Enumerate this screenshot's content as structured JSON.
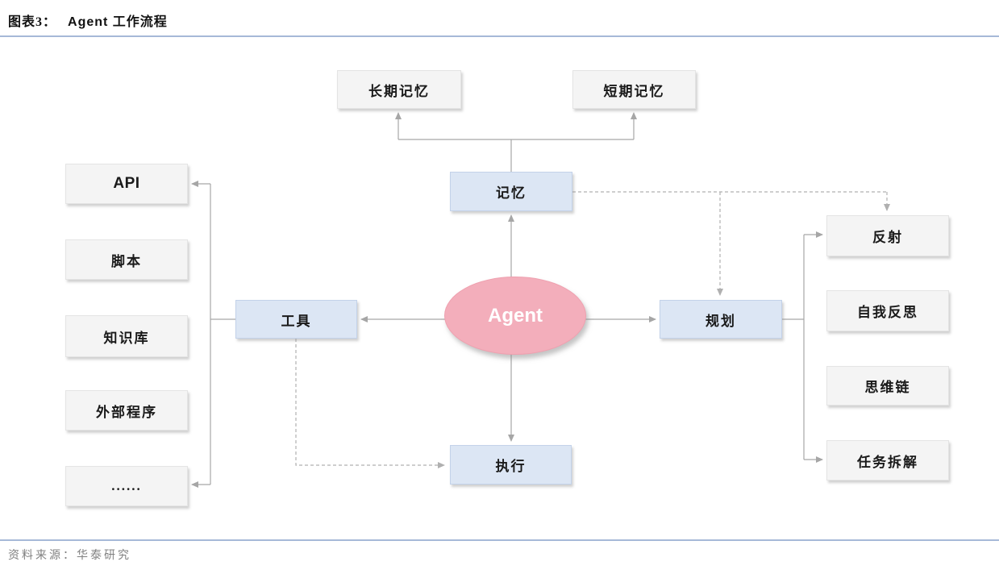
{
  "header": {
    "figure_label": "图表3：",
    "figure_title": "Agent 工作流程"
  },
  "colors": {
    "blue-fill": "#dce6f4",
    "blue-border": "#c3d2e9",
    "gray-fill": "#f4f4f4",
    "gray-border": "#e4e4e4",
    "pink-fill": "#f3aebb",
    "pink-border": "#efa0af",
    "line": "#a6a6a6",
    "dashed-line": "#b0b0b0",
    "rule": "#a6b9d8",
    "title-color": "#111111",
    "source-color": "#808080",
    "box-text": "#1a1a1a"
  },
  "nodes": {
    "agent": "Agent",
    "memory": "记忆",
    "tools": "工具",
    "planning": "规划",
    "execution": "执行",
    "long_term_memory": "长期记忆",
    "short_term_memory": "短期记忆",
    "api": "API",
    "script": "脚本",
    "knowledge_base": "知识库",
    "external_program": "外部程序",
    "ellipsis": "......",
    "reflection": "反射",
    "self_reflection": "自我反思",
    "chain_of_thought": "思维链",
    "task_decomposition": "任务拆解"
  },
  "footer": {
    "source": "资料来源：华泰研究"
  }
}
